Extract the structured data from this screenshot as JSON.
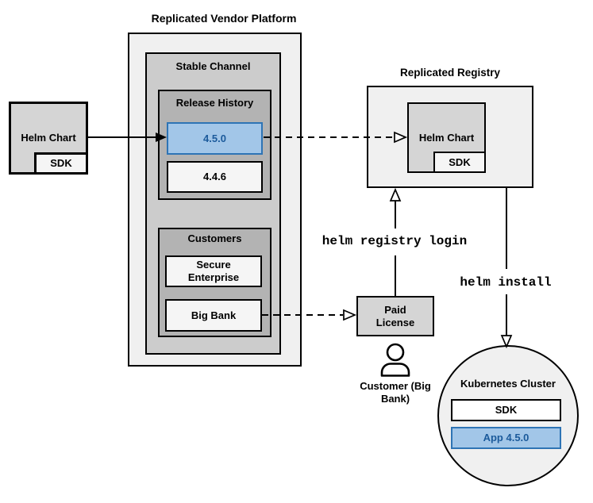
{
  "diagram": {
    "platform": {
      "title": "Replicated Vendor Platform"
    },
    "helm_chart_source": {
      "label": "Helm Chart",
      "sdk_label": "SDK"
    },
    "stable_channel": {
      "title": "Stable Channel"
    },
    "release_history": {
      "title": "Release History",
      "releases": [
        "4.5.0",
        "4.4.6"
      ]
    },
    "customers": {
      "title": "Customers",
      "items": [
        "Secure Enterprise",
        "Big Bank"
      ]
    },
    "registry": {
      "title": "Replicated Registry",
      "helm_chart_label": "Helm Chart",
      "sdk_label": "SDK"
    },
    "paid_license": {
      "label": "Paid License"
    },
    "customer": {
      "label": "Customer (Big Bank)"
    },
    "cluster": {
      "title": "Kubernetes Cluster",
      "sdk_label": "SDK",
      "app_label": "App 4.5.0"
    },
    "commands": {
      "registry_login": "helm registry login",
      "install": "helm install"
    },
    "colors": {
      "highlight_fill": "#A2C6E8",
      "highlight_border": "#2E74B5",
      "highlight_text": "#1B5A9B",
      "box_light": "#F0F0F0",
      "box_lighter": "#F5F5F5",
      "box_medium": "#CCCCCC",
      "box_dark": "#B3B3B3",
      "node_gray": "#D5D5D5",
      "stroke": "#000000"
    }
  }
}
